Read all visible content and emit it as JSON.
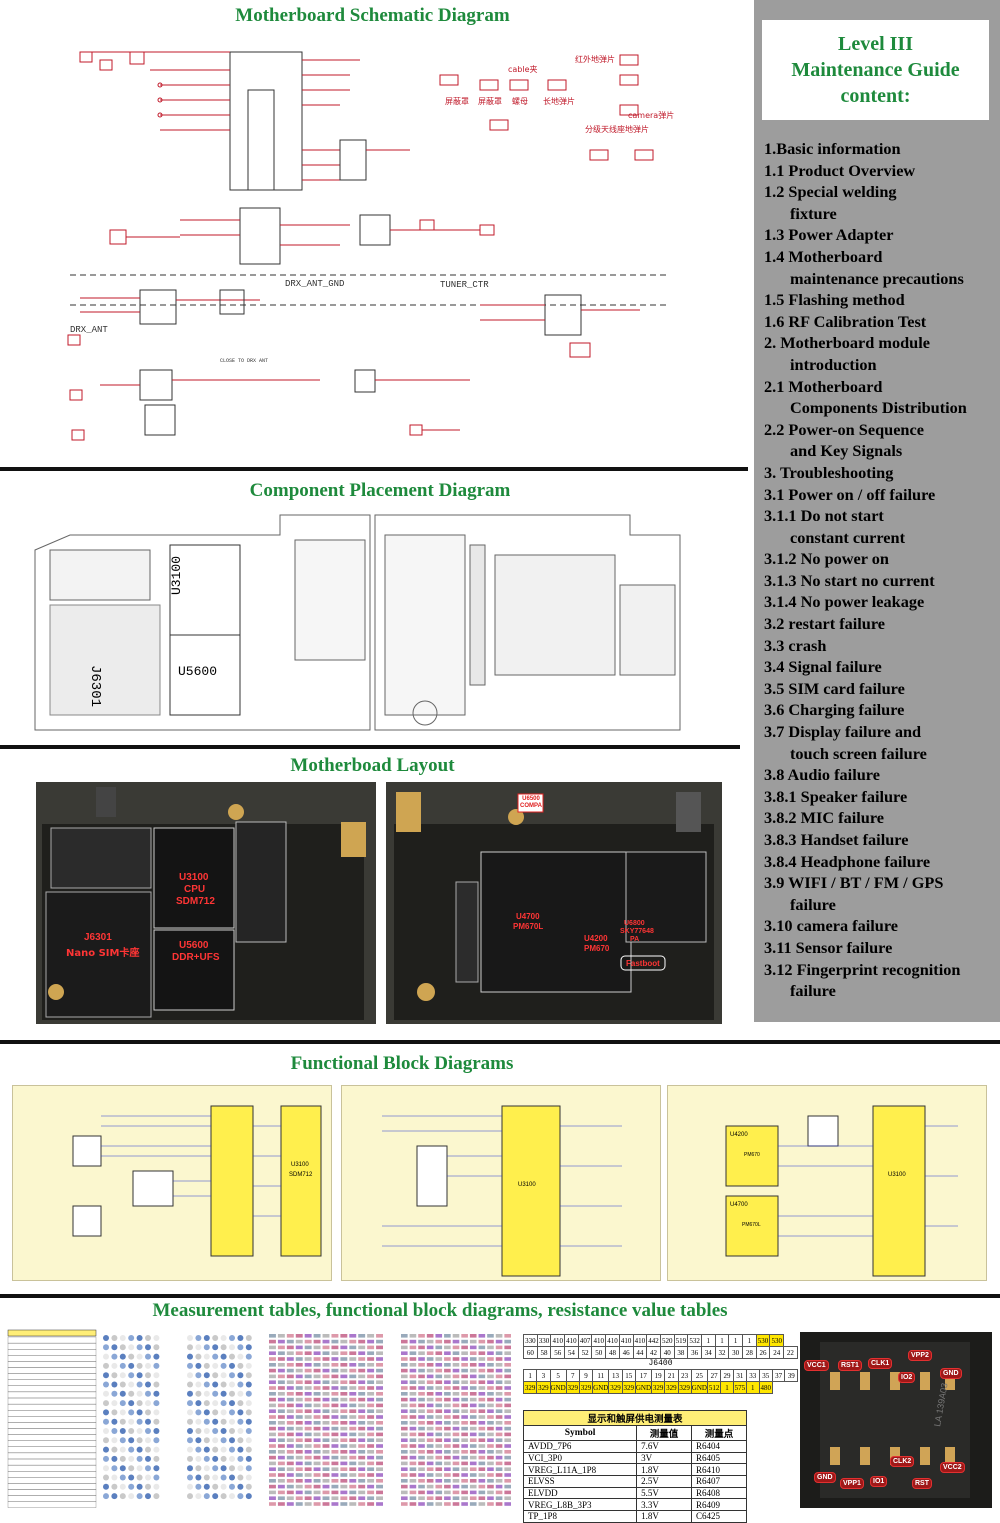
{
  "sections": {
    "schematic_title": "Motherboard Schematic Diagram",
    "placement_title": "Component Placement Diagram",
    "layout_title": "Motherboad Layout",
    "fbd_title": "Functional Block Diagrams",
    "tables_title": "Measurement tables, functional block diagrams, resistance value tables"
  },
  "guide": {
    "title_lines": [
      "Level III",
      "Maintenance Guide",
      "content:"
    ],
    "toc": [
      {
        "text": "1.Basic information"
      },
      {
        "text": "1.1 Product Overview"
      },
      {
        "text": "1.2 Special welding",
        "cont": "fixture"
      },
      {
        "text": "1.3 Power Adapter"
      },
      {
        "text": "1.4 Motherboard",
        "cont": "maintenance precautions"
      },
      {
        "text": "1.5 Flashing method"
      },
      {
        "text": "1.6 RF Calibration Test"
      },
      {
        "text": "2. Motherboard module",
        "cont": "introduction"
      },
      {
        "text": "2.1 Motherboard",
        "cont": "Components Distribution"
      },
      {
        "text": "2.2 Power-on Sequence",
        "cont": "and Key Signals"
      },
      {
        "text": "3. Troubleshooting"
      },
      {
        "text": "3.1 Power on / off failure"
      },
      {
        "text": "3.1.1 Do not start",
        "cont": "constant current"
      },
      {
        "text": "3.1.2 No power on"
      },
      {
        "text": "3.1.3 No start no current"
      },
      {
        "text": "3.1.4 No power leakage"
      },
      {
        "text": "3.2 restart failure"
      },
      {
        "text": "3.3 crash"
      },
      {
        "text": "3.4 Signal failure"
      },
      {
        "text": "3.5 SIM card failure"
      },
      {
        "text": "3.6 Charging failure"
      },
      {
        "text": "3.7 Display failure and",
        "cont": "touch screen failure"
      },
      {
        "text": "3.8 Audio failure"
      },
      {
        "text": "3.8.1 Speaker failure"
      },
      {
        "text": "3.8.2 MIC failure"
      },
      {
        "text": "3.8.3 Handset failure"
      },
      {
        "text": "3.8.4 Headphone failure"
      },
      {
        "text": "3.9 WIFI / BT / FM / GPS",
        "cont": "failure"
      },
      {
        "text": "3.10 camera failure"
      },
      {
        "text": "3.11 Sensor failure"
      },
      {
        "text": "3.12 Fingerprint recognition",
        "cont": "failure"
      }
    ]
  },
  "schematic": {
    "labels": {
      "drx_ant_gnd": "DRX_ANT_GND",
      "tuner_ctr": "TUNER_CTR",
      "drx_ant": "DRX_ANT",
      "close_to": "CLOSE TO DRX ANT"
    },
    "cn_labels": [
      "cable夹",
      "红外地弹片",
      "屏蔽罩",
      "屏蔽罩",
      "螺母",
      "长地弹片",
      "camera弹片",
      "分级天线座地弹片"
    ]
  },
  "placement": {
    "labels": {
      "u3100": "U3100",
      "u5600": "U5600",
      "j6301": "J6301"
    }
  },
  "layout": {
    "left_labels": [
      {
        "text": "U3100"
      },
      {
        "text": "CPU"
      },
      {
        "text": "SDM712"
      },
      {
        "text": "U5600"
      },
      {
        "text": "DDR+UFS"
      },
      {
        "text": "J6301"
      },
      {
        "text": "Nano SIM卡座"
      }
    ],
    "right_labels": [
      {
        "text": "U4700"
      },
      {
        "text": "PM670L"
      },
      {
        "text": "U4200"
      },
      {
        "text": "PM670"
      },
      {
        "text": "U6800"
      },
      {
        "text": "SKY77648"
      },
      {
        "text": "PA"
      },
      {
        "text": "Fastboot"
      }
    ],
    "right_badge": "U6500 COMPA"
  },
  "fbd": {
    "labels": {
      "u3100": "U3100",
      "sdm712": "SDM712",
      "u4200": "U4200",
      "pm670": "PM670",
      "u4700": "U4700",
      "pm670l": "PM670L"
    }
  },
  "tables": {
    "power_table": {
      "title": "显示和触屏供电测量表",
      "headers": [
        "Symbol",
        "测量值",
        "测量点"
      ],
      "rows": [
        [
          "AVDD_7P6",
          "7.6V",
          "R6404"
        ],
        [
          "VCI_3P0",
          "3V",
          "R6405"
        ],
        [
          "VREG_L11A_1P8",
          "1.8V",
          "R6410"
        ],
        [
          "ELVSS",
          "2.5V",
          "R6407"
        ],
        [
          "ELVDD",
          "5.5V",
          "R6408"
        ],
        [
          "VREG_L8B_3P3",
          "3.3V",
          "R6409"
        ],
        [
          "TP_1P8",
          "1.8V",
          "C6425"
        ]
      ]
    },
    "j6400": {
      "label": "J6400",
      "row1": [
        "330",
        "330",
        "410",
        "410",
        "407",
        "410",
        "410",
        "410",
        "410",
        "442",
        "520",
        "519",
        "532",
        "1",
        "1",
        "1",
        "1",
        "530",
        "530"
      ],
      "row2": [
        "60",
        "58",
        "56",
        "54",
        "52",
        "50",
        "48",
        "46",
        "44",
        "42",
        "40",
        "38",
        "36",
        "34",
        "32",
        "30",
        "28",
        "26",
        "24",
        "22"
      ],
      "row3": [
        "1",
        "3",
        "5",
        "7",
        "9",
        "11",
        "13",
        "15",
        "17",
        "19",
        "21",
        "23",
        "25",
        "27",
        "29",
        "31",
        "33",
        "35",
        "37",
        "39"
      ],
      "row4": [
        "329",
        "329",
        "GND",
        "329",
        "329",
        "GND",
        "329",
        "329",
        "GND",
        "329",
        "329",
        "329",
        "GND",
        "512",
        "1",
        "575",
        "1",
        "480"
      ]
    },
    "sim_labels": [
      "VCC1",
      "RST1",
      "CLK1",
      "VPP2",
      "IO2",
      "GND",
      "GND",
      "VPP1",
      "IO1",
      "CLK2",
      "RST",
      "VCC2"
    ],
    "sim_mark": "LA 139A03"
  },
  "colors": {
    "title_green": "#1e8a3c",
    "panel_gray": "#9d9d9d",
    "fbd_yellow": "#fbf7cf"
  }
}
